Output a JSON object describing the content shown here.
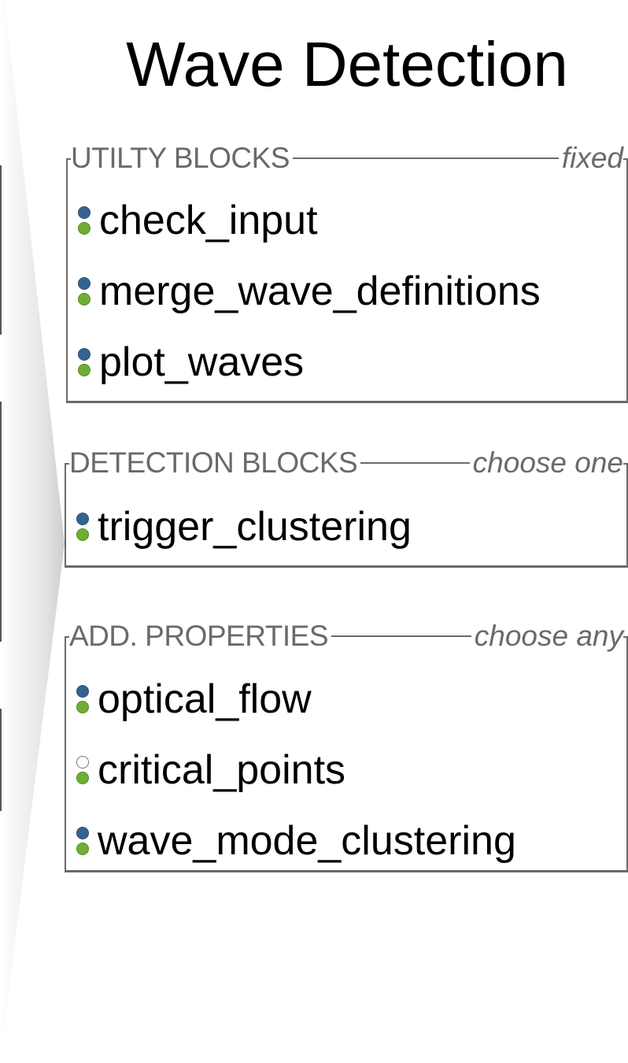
{
  "title": "Wave Detection",
  "groups": [
    {
      "label": "UTILTY BLOCKS",
      "mode": "fixed",
      "blocks": [
        {
          "name": "check_input",
          "top_status": "filled-blue",
          "bottom_status": "filled-green"
        },
        {
          "name": "merge_wave_definitions",
          "top_status": "filled-blue",
          "bottom_status": "filled-green"
        },
        {
          "name": "plot_waves",
          "top_status": "filled-blue",
          "bottom_status": "filled-green"
        }
      ]
    },
    {
      "label": "DETECTION BLOCKS",
      "mode": "choose one",
      "blocks": [
        {
          "name": "trigger_clustering",
          "top_status": "filled-blue",
          "bottom_status": "filled-green"
        }
      ]
    },
    {
      "label": "ADD. PROPERTIES",
      "mode": "choose any",
      "blocks": [
        {
          "name": "optical_flow",
          "top_status": "filled-blue",
          "bottom_status": "filled-green"
        },
        {
          "name": "critical_points",
          "top_status": "empty",
          "bottom_status": "filled-green"
        },
        {
          "name": "wave_mode_clustering",
          "top_status": "filled-blue",
          "bottom_status": "filled-green"
        }
      ]
    }
  ],
  "colors": {
    "blue_dot": "#35638f",
    "green_dot": "#6fae34",
    "frame": "#6a6a6a"
  }
}
